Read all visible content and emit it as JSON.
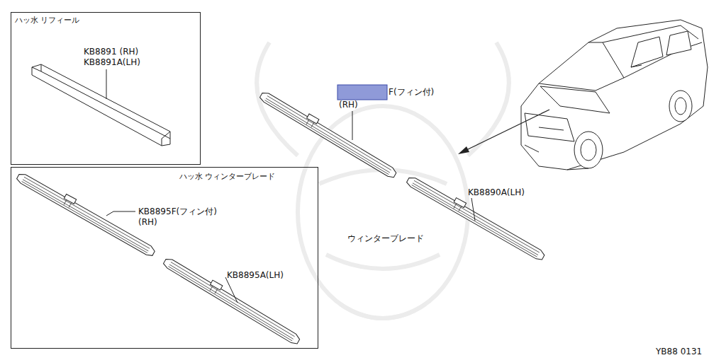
{
  "diagram": {
    "nodes": [
      {
        "text": [
          "ハッ水 リフィール"
        ]
      },
      {
        "text": [
          "ハッ水 ウィンターブレード"
        ]
      }
    ],
    "labels": [
      "KB8891 (RH)",
      "KB8891A(LH)",
      "KB8895F(フィン付)",
      "(RH)",
      "KB8895A(LH)",
      "F(フィン付)",
      "(RH)",
      "KB8890A(LH)",
      "ウィンターブレード",
      "YB88 0131"
    ]
  }
}
